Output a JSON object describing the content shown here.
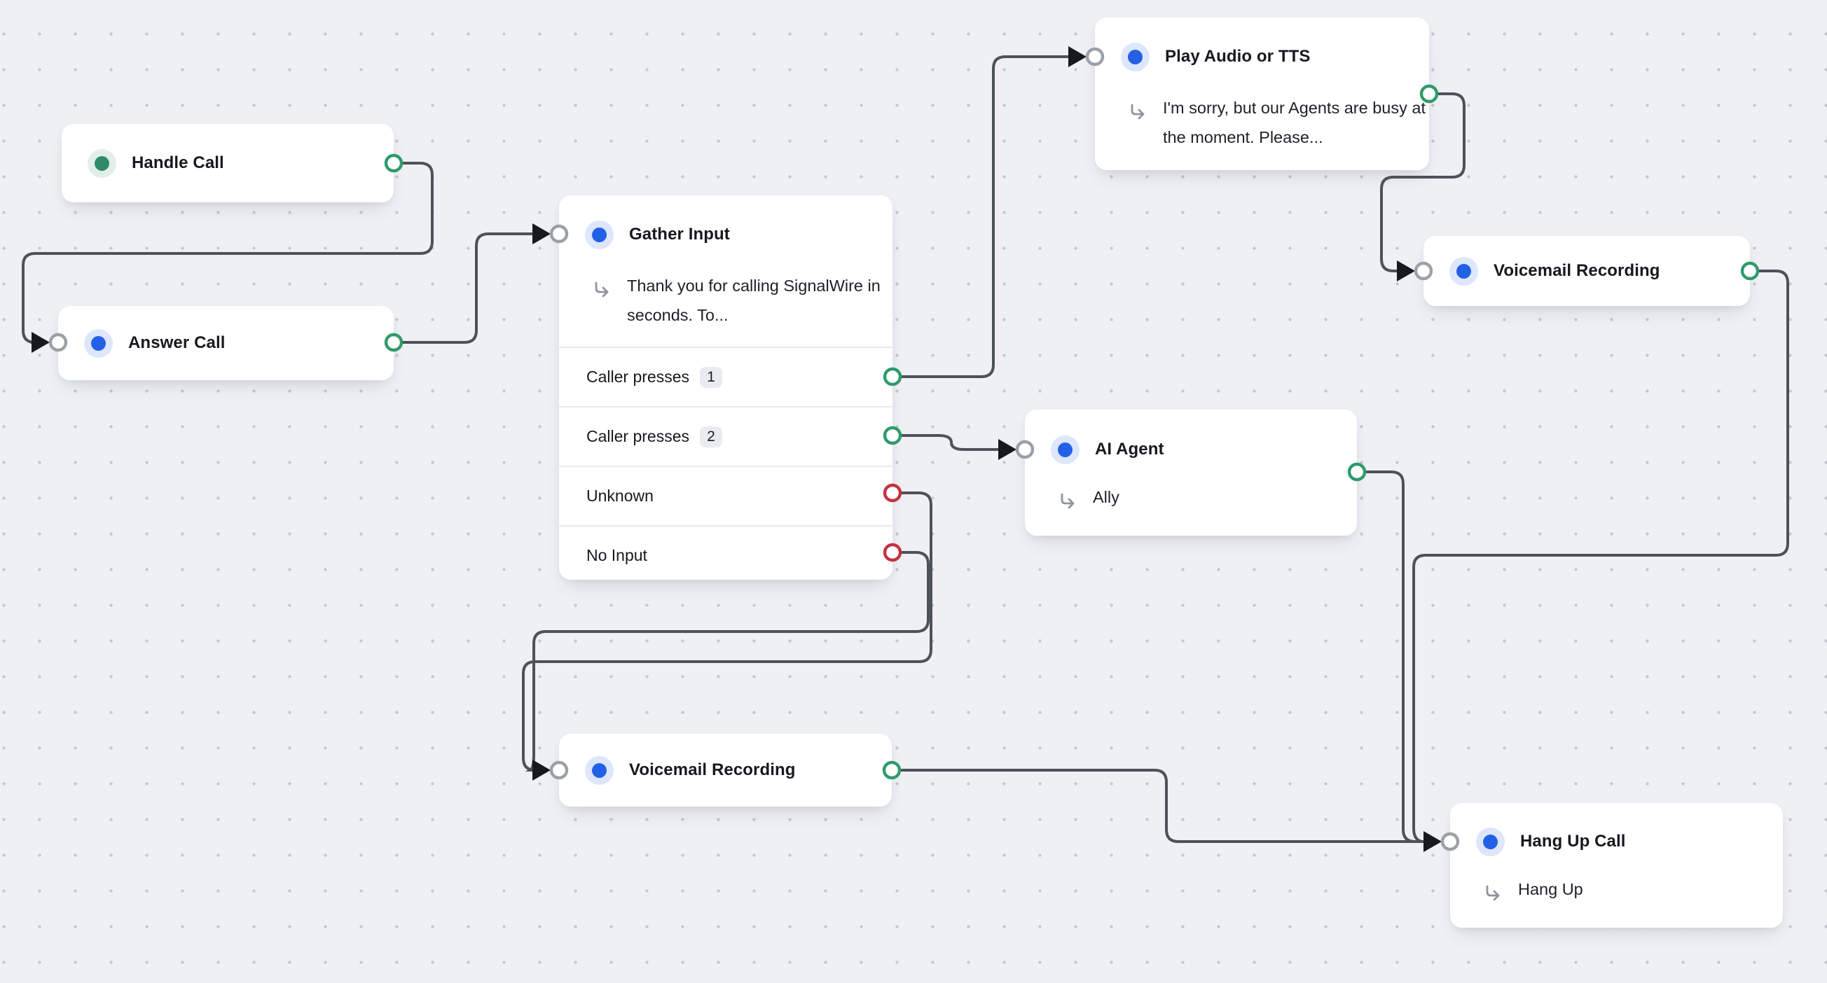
{
  "canvas": {
    "kind": "call-flow-builder-canvas"
  },
  "colors": {
    "background": "#eef0f4",
    "card": "#ffffff",
    "wire": "#4d525a",
    "arrow": "#17191c",
    "port_success": "#2f9a6a",
    "port_fail": "#c5323f",
    "port_input_ring": "#9aa0a7",
    "node_icon_blue": "#2460e6",
    "node_icon_teal": "#2e8a68",
    "badge_bg": "#e9ebee"
  },
  "nodes": {
    "handle_call": {
      "title": "Handle Call"
    },
    "answer_call": {
      "title": "Answer Call"
    },
    "gather_input": {
      "title": "Gather Input",
      "prompt": "Thank you for calling SignalWire in seconds. To...",
      "outputs": [
        {
          "label": "Caller presses",
          "badge": "1",
          "port": "success"
        },
        {
          "label": "Caller presses",
          "badge": "2",
          "port": "success"
        },
        {
          "label": "Unknown",
          "port": "fail"
        },
        {
          "label": "No Input",
          "port": "fail"
        }
      ]
    },
    "play_audio_tts": {
      "title": "Play Audio or TTS",
      "prompt": "I'm sorry, but our Agents are busy at the moment. Please..."
    },
    "voicemail_top": {
      "title": "Voicemail Recording"
    },
    "ai_agent": {
      "title": "AI Agent",
      "prompt": "Ally"
    },
    "voicemail_bottom": {
      "title": "Voicemail Recording"
    },
    "hang_up_call": {
      "title": "Hang Up Call",
      "prompt": "Hang Up"
    }
  }
}
